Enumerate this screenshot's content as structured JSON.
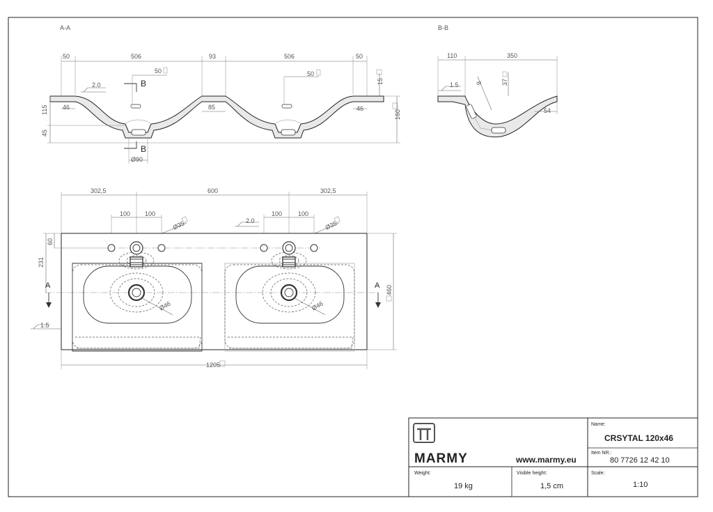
{
  "sections": {
    "aa_label": "A-A",
    "bb_label": "B-B"
  },
  "section_aa": {
    "dims_top": [
      "50",
      "506",
      "93",
      "506",
      "50"
    ],
    "tol_a": "50",
    "tol_b": "50",
    "slope": "2.0",
    "cut_b_top": "B",
    "cut_b_bottom": "B",
    "d15": "15",
    "d46_left": "46",
    "d46_right": "46",
    "d85": "85",
    "d115": "115",
    "d45": "45",
    "d160": "160",
    "d90": "Ø90"
  },
  "section_bb": {
    "d110": "110",
    "d350": "350",
    "slope": "1.5",
    "d8": "8",
    "d37": "37",
    "d54": "54"
  },
  "plan": {
    "d302_left": "302,5",
    "d600": "600",
    "d302_right": "302,5",
    "d100_a": "100",
    "d100_b": "100",
    "d100_c": "100",
    "d100_d": "100",
    "d35_left": "Ø35",
    "d35_right": "Ø35",
    "slope": "2.0",
    "d60": "60",
    "d231": "231",
    "d460": "460",
    "a_left": "A",
    "a_right": "A",
    "d46_left": "Ø46",
    "d46_right": "Ø46",
    "slope_side": "1.5",
    "d1205": "1205"
  },
  "title_block": {
    "brand": "MARMY",
    "website": "www.marmy.eu",
    "name_label": "Name:",
    "name_value": "CRSYTAL 120x46",
    "item_label": "Item NR.:",
    "item_value": "80 7726 12 42 10",
    "weight_label": "Weight:",
    "weight_value": "19 kg",
    "visible_label": "Visible height:",
    "visible_value": "1,5 cm",
    "scale_label": "Scale:",
    "scale_value": "1:10"
  }
}
